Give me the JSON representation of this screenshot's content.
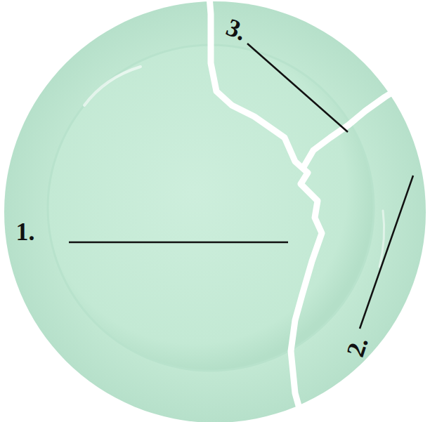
{
  "diagram": {
    "labels": [
      "3.",
      "1.",
      "2."
    ]
  }
}
